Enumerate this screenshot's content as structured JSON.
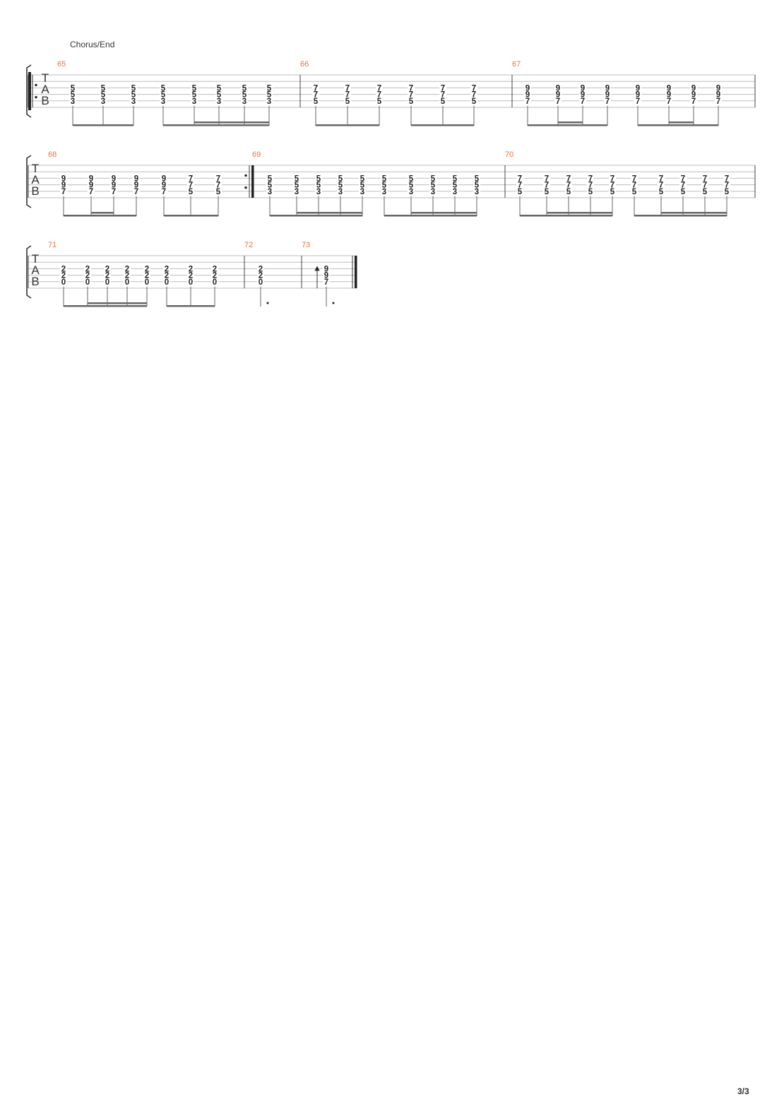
{
  "section": {
    "title": "Chorus/End"
  },
  "page_number": "3/3",
  "clef": {
    "t": "T",
    "a": "A",
    "b": "B"
  },
  "systems": [
    {
      "measures": [
        {
          "number": "65",
          "repeat_start": true,
          "chords": [
            {
              "frets": [
                null,
                null,
                "5",
                "5",
                "3",
                null
              ]
            },
            {
              "frets": [
                null,
                null,
                "5",
                "5",
                "3",
                null
              ]
            },
            {
              "frets": [
                null,
                null,
                "5",
                "5",
                "3",
                null
              ]
            },
            {
              "frets": [
                null,
                null,
                "5",
                "5",
                "3",
                null
              ]
            },
            {
              "frets": [
                null,
                null,
                "5",
                "5",
                "3",
                null
              ]
            },
            {
              "frets": [
                null,
                null,
                "5",
                "5",
                "3",
                null
              ]
            },
            {
              "frets": [
                null,
                null,
                "5",
                "5",
                "3",
                null
              ]
            },
            {
              "frets": [
                null,
                null,
                "5",
                "5",
                "3",
                null
              ]
            }
          ],
          "beams": [
            {
              "from": 0,
              "to": 2,
              "secondary": []
            },
            {
              "from": 3,
              "to": 7,
              "secondary": [
                [
                  1,
                  4
                ]
              ]
            }
          ]
        },
        {
          "number": "66",
          "chords": [
            {
              "frets": [
                null,
                null,
                "7",
                "7",
                "5",
                null
              ]
            },
            {
              "frets": [
                null,
                null,
                "7",
                "7",
                "5",
                null
              ]
            },
            {
              "frets": [
                null,
                null,
                "7",
                "7",
                "5",
                null
              ]
            },
            {
              "frets": [
                null,
                null,
                "7",
                "7",
                "5",
                null
              ]
            },
            {
              "frets": [
                null,
                null,
                "7",
                "7",
                "5",
                null
              ]
            },
            {
              "frets": [
                null,
                null,
                "7",
                "7",
                "5",
                null
              ]
            }
          ],
          "beams": [
            {
              "from": 0,
              "to": 2,
              "secondary": []
            },
            {
              "from": 3,
              "to": 5,
              "secondary": []
            }
          ]
        },
        {
          "number": "67",
          "chords": [
            {
              "frets": [
                null,
                null,
                "9",
                "9",
                "7",
                null
              ]
            },
            {
              "frets": [
                null,
                null,
                "9",
                "9",
                "7",
                null
              ]
            },
            {
              "frets": [
                null,
                null,
                "9",
                "9",
                "7",
                null
              ]
            },
            {
              "frets": [
                null,
                null,
                "9",
                "9",
                "7",
                null
              ]
            },
            {
              "frets": [
                null,
                null,
                "9",
                "9",
                "7",
                null
              ]
            },
            {
              "frets": [
                null,
                null,
                "9",
                "9",
                "7",
                null
              ]
            },
            {
              "frets": [
                null,
                null,
                "9",
                "9",
                "7",
                null
              ]
            },
            {
              "frets": [
                null,
                null,
                "9",
                "9",
                "7",
                null
              ]
            }
          ],
          "beams": [
            {
              "from": 0,
              "to": 3,
              "secondary": [
                [
                  1,
                  2
                ]
              ]
            },
            {
              "from": 4,
              "to": 7,
              "secondary": [
                [
                  1,
                  2
                ]
              ]
            }
          ]
        }
      ]
    },
    {
      "measures": [
        {
          "number": "68",
          "repeat_end": true,
          "chords": [
            {
              "frets": [
                null,
                null,
                "9",
                "9",
                "7",
                null
              ]
            },
            {
              "frets": [
                null,
                null,
                "9",
                "9",
                "7",
                null
              ]
            },
            {
              "frets": [
                null,
                null,
                "9",
                "9",
                "7",
                null
              ]
            },
            {
              "frets": [
                null,
                null,
                "9",
                "9",
                "7",
                null
              ]
            },
            {
              "frets": [
                null,
                null,
                "9",
                "9",
                "7",
                null
              ]
            },
            {
              "frets": [
                null,
                null,
                "7",
                "7",
                "5",
                null
              ]
            },
            {
              "frets": [
                null,
                null,
                "7",
                "7",
                "5",
                null
              ]
            }
          ],
          "beams": [
            {
              "from": 0,
              "to": 3,
              "secondary": [
                [
                  1,
                  2
                ]
              ]
            },
            {
              "from": 4,
              "to": 6,
              "secondary": []
            }
          ]
        },
        {
          "number": "69",
          "chords": [
            {
              "frets": [
                null,
                null,
                "5",
                "5",
                "3",
                null
              ]
            },
            {
              "frets": [
                null,
                null,
                "5",
                "5",
                "3",
                null
              ]
            },
            {
              "frets": [
                null,
                null,
                "5",
                "5",
                "3",
                null
              ]
            },
            {
              "frets": [
                null,
                null,
                "5",
                "5",
                "3",
                null
              ]
            },
            {
              "frets": [
                null,
                null,
                "5",
                "5",
                "3",
                null
              ]
            },
            {
              "frets": [
                null,
                null,
                "5",
                "5",
                "3",
                null
              ]
            },
            {
              "frets": [
                null,
                null,
                "5",
                "5",
                "3",
                null
              ]
            },
            {
              "frets": [
                null,
                null,
                "5",
                "5",
                "3",
                null
              ]
            },
            {
              "frets": [
                null,
                null,
                "5",
                "5",
                "3",
                null
              ]
            },
            {
              "frets": [
                null,
                null,
                "5",
                "5",
                "3",
                null
              ]
            }
          ],
          "beams": [
            {
              "from": 0,
              "to": 4,
              "secondary": [
                [
                  1,
                  4
                ]
              ]
            },
            {
              "from": 5,
              "to": 9,
              "secondary": [
                [
                  1,
                  4
                ]
              ]
            }
          ]
        },
        {
          "number": "70",
          "chords": [
            {
              "frets": [
                null,
                null,
                "7",
                "7",
                "5",
                null
              ]
            },
            {
              "frets": [
                null,
                null,
                "7",
                "7",
                "5",
                null
              ]
            },
            {
              "frets": [
                null,
                null,
                "7",
                "7",
                "5",
                null
              ]
            },
            {
              "frets": [
                null,
                null,
                "7",
                "7",
                "5",
                null
              ]
            },
            {
              "frets": [
                null,
                null,
                "7",
                "7",
                "5",
                null
              ]
            },
            {
              "frets": [
                null,
                null,
                "7",
                "7",
                "5",
                null
              ]
            },
            {
              "frets": [
                null,
                null,
                "7",
                "7",
                "5",
                null
              ]
            },
            {
              "frets": [
                null,
                null,
                "7",
                "7",
                "5",
                null
              ]
            },
            {
              "frets": [
                null,
                null,
                "7",
                "7",
                "5",
                null
              ]
            },
            {
              "frets": [
                null,
                null,
                "7",
                "7",
                "5",
                null
              ]
            }
          ],
          "beams": [
            {
              "from": 0,
              "to": 4,
              "secondary": [
                [
                  1,
                  4
                ]
              ]
            },
            {
              "from": 5,
              "to": 9,
              "secondary": [
                [
                  1,
                  4
                ]
              ]
            }
          ]
        }
      ]
    },
    {
      "measures": [
        {
          "number": "71",
          "chords": [
            {
              "frets": [
                null,
                null,
                "2",
                "2",
                "0",
                null
              ]
            },
            {
              "frets": [
                null,
                null,
                "2",
                "2",
                "0",
                null
              ]
            },
            {
              "frets": [
                null,
                null,
                "2",
                "2",
                "0",
                null
              ]
            },
            {
              "frets": [
                null,
                null,
                "2",
                "2",
                "0",
                null
              ]
            },
            {
              "frets": [
                null,
                null,
                "2",
                "2",
                "0",
                null
              ]
            },
            {
              "frets": [
                null,
                null,
                "2",
                "2",
                "0",
                null
              ]
            },
            {
              "frets": [
                null,
                null,
                "2",
                "2",
                "0",
                null
              ]
            },
            {
              "frets": [
                null,
                null,
                "2",
                "2",
                "0",
                null
              ]
            }
          ],
          "beams": [
            {
              "from": 0,
              "to": 4,
              "secondary": [
                [
                  1,
                  4
                ]
              ]
            },
            {
              "from": 5,
              "to": 7,
              "secondary": []
            }
          ]
        },
        {
          "number": "72",
          "chords": [
            {
              "frets": [
                null,
                null,
                "2",
                "2",
                "0",
                null
              ],
              "dotted_stem": true
            }
          ],
          "beams": []
        },
        {
          "number": "73",
          "final_bar": true,
          "chords": [
            {
              "frets": [
                null,
                null,
                "9",
                "9",
                "7",
                null
              ],
              "dotted_stem": true,
              "strum": "up"
            }
          ],
          "beams": []
        }
      ]
    }
  ]
}
